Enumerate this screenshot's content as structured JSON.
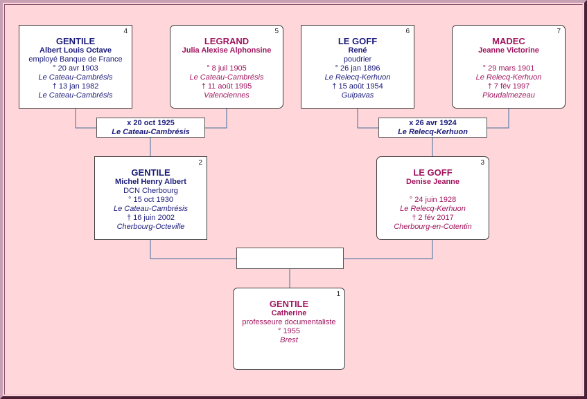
{
  "persons": {
    "p4": {
      "num": "4",
      "surname": "GENTILE",
      "given": "Albert Louis Octave",
      "occupation": "employé Banque de France",
      "birth": "° 20 avr 1903",
      "birth_place": "Le Cateau-Cambrésis",
      "death": "† 13 jan 1982",
      "death_place": "Le Cateau-Cambrésis"
    },
    "p5": {
      "num": "5",
      "surname": "LEGRAND",
      "given": "Julia Alexise Alphonsine",
      "occupation": "",
      "birth": "° 8 juil 1905",
      "birth_place": "Le Cateau-Cambrésis",
      "death": "† 11 août 1995",
      "death_place": "Valenciennes"
    },
    "p6": {
      "num": "6",
      "surname": "LE GOFF",
      "given": "René",
      "occupation": "poudrier",
      "birth": "° 26 jan 1896",
      "birth_place": "Le Relecq-Kerhuon",
      "death": "† 15 août 1954",
      "death_place": "Guipavas"
    },
    "p7": {
      "num": "7",
      "surname": "MADEC",
      "given": "Jeanne Victorine",
      "occupation": "",
      "birth": "° 29 mars 1901",
      "birth_place": "Le Relecq-Kerhuon",
      "death": "† 7 fév 1997",
      "death_place": "Ploudalmezeau"
    },
    "p2": {
      "num": "2",
      "surname": "GENTILE",
      "given": "Michel Henry Albert",
      "occupation": "DCN Cherbourg",
      "birth": "° 15 oct 1930",
      "birth_place": "Le Cateau-Cambrésis",
      "death": "† 16 juin 2002",
      "death_place": "Cherbourg-Octeville"
    },
    "p3": {
      "num": "3",
      "surname": "LE GOFF",
      "given": "Denise Jeanne",
      "occupation": "",
      "birth": "° 24 juin 1928",
      "birth_place": "Le Relecq-Kerhuon",
      "death": "† 2 fév 2017",
      "death_place": "Cherbourg-en-Cotentin"
    },
    "p1": {
      "num": "1",
      "surname": "GENTILE",
      "given": "Catherine",
      "occupation": "professeure documentaliste",
      "birth": "° 1955",
      "birth_place": "Brest",
      "death": "",
      "death_place": ""
    }
  },
  "marriages": {
    "m45": {
      "date": "x 20 oct 1925",
      "place": "Le Cateau-Cambrésis"
    },
    "m67": {
      "date": "x 26 avr 1924",
      "place": "Le Relecq-Kerhuon"
    },
    "m23": {
      "date": "",
      "place": ""
    }
  },
  "colors": {
    "background": "#ffd6d9",
    "male_text": "#1a1a7a",
    "female_text": "#a0155e",
    "frame": "#7a3a5c",
    "line": "#3f6f9a"
  }
}
